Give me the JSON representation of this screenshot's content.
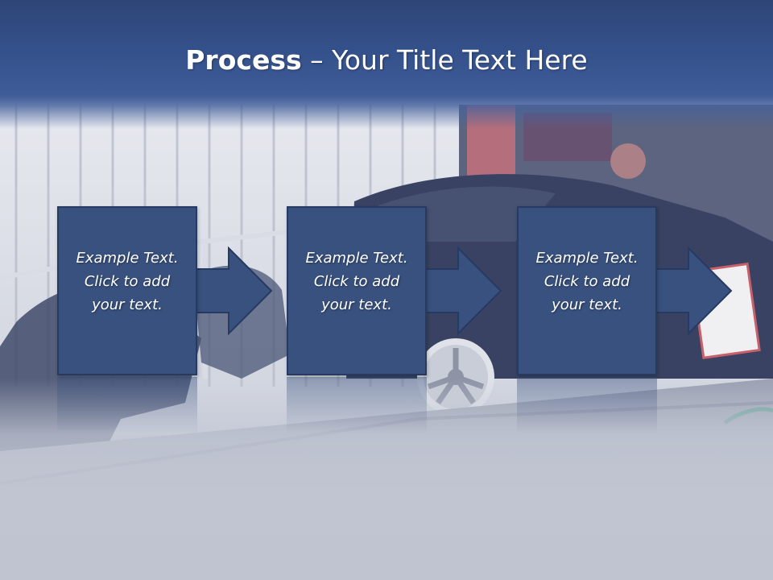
{
  "slide": {
    "title_bold": "Process",
    "title_rest": " – Your Title Text Here"
  },
  "steps": [
    {
      "text": "Example Text.\nClick  to add\nyour text."
    },
    {
      "text": "Example Text.\nClick  to add\nyour text."
    },
    {
      "text": "Example Text.\nClick  to add\nyour text."
    }
  ],
  "colors": {
    "title_band": "#34508a",
    "step_fill": "#39517e",
    "step_border": "#263a62",
    "text": "#ffffff"
  }
}
